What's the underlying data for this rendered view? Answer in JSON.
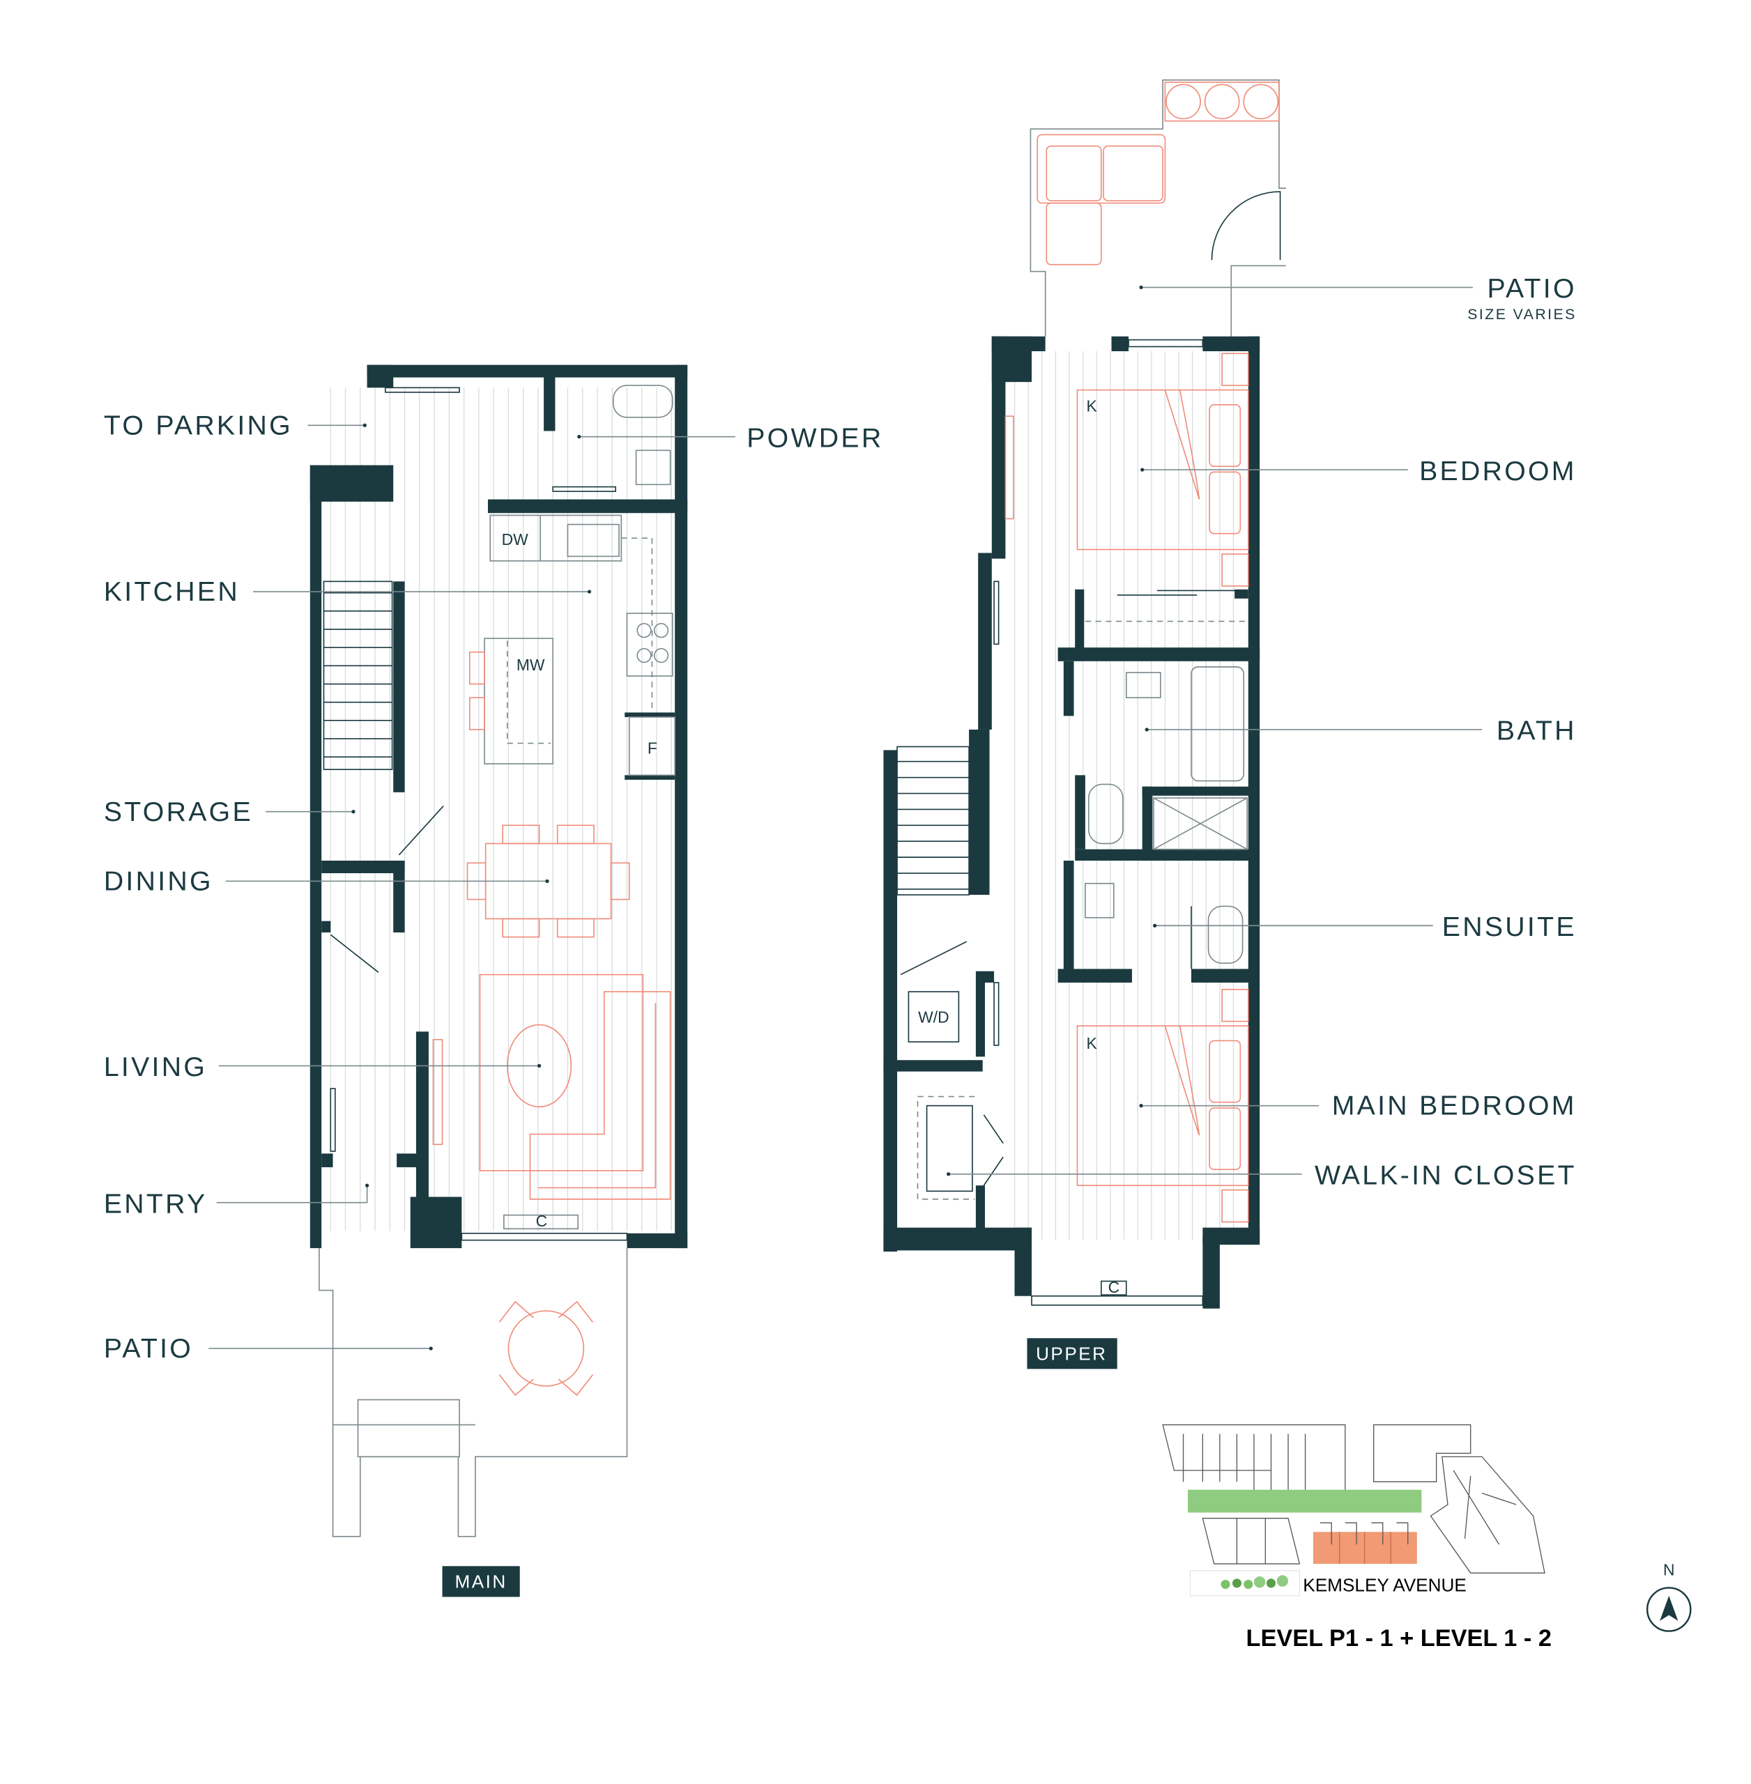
{
  "colors": {
    "wall": "#1b3a40",
    "furniture": "#f08c7a",
    "greenspace": "#8fcb80",
    "unit_highlight": "#f19a73"
  },
  "main_plan": {
    "tag": "MAIN",
    "labels": {
      "to_parking": "TO PARKING",
      "kitchen": "KITCHEN",
      "storage": "STORAGE",
      "dining": "DINING",
      "living": "LIVING",
      "entry": "ENTRY",
      "patio": "PATIO",
      "powder": "POWDER"
    },
    "fixtures": {
      "dw": "DW",
      "mw": "MW",
      "f": "F",
      "c": "C"
    }
  },
  "upper_plan": {
    "tag": "UPPER",
    "labels": {
      "patio": "PATIO",
      "patio_note": "SIZE VARIES",
      "bedroom": "BEDROOM",
      "bath": "BATH",
      "ensuite": "ENSUITE",
      "main_bedroom": "MAIN BEDROOM",
      "walk_in_closet": "WALK-IN CLOSET"
    },
    "fixtures": {
      "bed1": "K",
      "bed2": "K",
      "wd": "W/D",
      "c": "C"
    }
  },
  "keyplan": {
    "street": "KEMSLEY AVENUE",
    "title": "LEVEL P1 - 1 + LEVEL 1 - 2"
  },
  "compass": {
    "label": "N",
    "icon": "north-arrow-icon"
  }
}
